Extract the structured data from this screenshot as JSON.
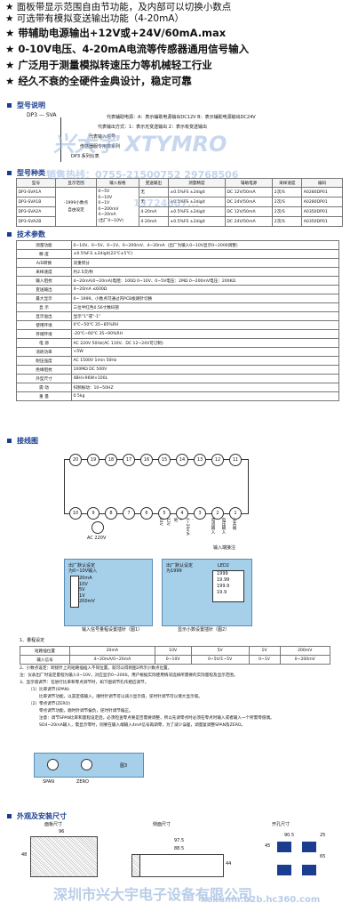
{
  "bullets": [
    "★ 面板带显示范围自由节功能，及内部可以切换小数点",
    "★ 可选带有模拟变送输出功能（4-20mA）",
    "★ 带辅助电源输出+12V或+24V/60mA.max",
    "★ 0-10V电压、4-20mA电流等传感器通用信号输入",
    "★ 广泛用于测量模拟转速压力等机械轻工行业",
    "★ 经久不衰的全硬件金典设计，稳定可靠"
  ],
  "sections": {
    "model_desc": "型号说明",
    "model_types": "型号种类",
    "tech": "技术参数",
    "wiring": "接线图",
    "dimensions": "外观及安装尺寸"
  },
  "model_code": {
    "code": "DP3 — SVA",
    "lines": [
      "代表辅助电源：A：表示辅助电源输出DC12V   B：表示辅助电源输出DC24V",
      "代表输出方式：1：表示无变送输出  2：表示有变送输出",
      "代表输入信号",
      "传感器服专用表系列",
      "DP3 系列仪表"
    ]
  },
  "watermark": {
    "brand": "兴大宇 XTYMRO",
    "phone": "销售热线：0755-21500752  29768506",
    "phone2": "13724807...",
    "footer": "深圳市兴大宇电子设备有限公司",
    "url": "kekunm.b2b.hc360.com"
  },
  "types_table": {
    "headers": [
      "型号",
      "显示范围",
      "输入规格",
      "变送输出",
      "测量精度",
      "辅助电源",
      "采样速度",
      "编码"
    ],
    "models": [
      "DP3-SVA1A",
      "DP3-SVA1B",
      "DP3-SVA2A",
      "DP3-SVA2B"
    ],
    "display": [
      "-1999小数点",
      "自由设定"
    ],
    "input": [
      "0~5V",
      "0~10V",
      "0~1V",
      "0~200mV",
      "4~20mA",
      "(出厂0~10V)"
    ],
    "rows": [
      [
        "无",
        "±0.5%FS  ±2digit",
        "DC 12V/50mA",
        "2次/S",
        "A0280DP01"
      ],
      [
        "无",
        "±0.5%FS  ±2digit",
        "DC 24V/50mA",
        "2次/S",
        "A0280DP01"
      ],
      [
        "4-20mA",
        "±0.5%FS  ±2digit",
        "DC 12V/50mA",
        "2次/S",
        "A0350DP01"
      ],
      [
        "4-20mA",
        "±0.5%FS  ±2digit",
        "DC 24V/50mA",
        "2次/S",
        "A0350DP01"
      ]
    ]
  },
  "spec_table": [
    [
      "测量功能",
      "0~10V、0~5V、0~1V、0~200mV、4~20mA（出厂为输入0~10V显示0~2000调整）"
    ],
    [
      "精  度",
      "±0.5%F.S ±2digit(23℃±5℃)"
    ],
    [
      "A/D转换",
      "双重积分"
    ],
    [
      "采样速度",
      "约2.5次/秒"
    ],
    [
      "输入阻抗",
      "4~20mA(0~20mA)电阻：100Ω    0~10V、0~5V电压：2MΩ     0~200mV电压：200KΩ"
    ],
    [
      "变送输出",
      "4~20mA ≤600Ω"
    ],
    [
      "最大显示",
      "0~  1999，小数点可通过内PCB板跳针切换"
    ],
    [
      "显  示",
      "三位半红色0.56寸数码管"
    ],
    [
      "显示溢出",
      "显示“1”或“-1”"
    ],
    [
      "使用环境",
      "0℃~50℃    35~85%RH"
    ],
    [
      "存储环境",
      "-20℃~60℃    35~90%RH"
    ],
    [
      "电  源",
      "AC  220V  50Hz(AC 110V、DC 12~24V可订制)"
    ],
    [
      "消耗功率",
      "<5W"
    ],
    [
      "耐压强度",
      "AC 1500V  1min  50Hz"
    ],
    [
      "绝缘阻抗",
      "100MΩ    DC 500V"
    ],
    [
      "外型尺寸",
      "48H×96W×100L"
    ],
    [
      "震  动",
      "扫频振动：10~50HZ"
    ],
    [
      "重  量",
      "0.5kg"
    ]
  ],
  "wiring": {
    "top_terms": [
      "20",
      "19",
      "18",
      "17",
      "16",
      "15",
      "14",
      "13",
      "12",
      "11"
    ],
    "bottom_terms": [
      "10",
      "9",
      "8",
      "7",
      "6",
      "5",
      "4",
      "3",
      "2",
      "1"
    ],
    "ac_label": "AC 220V",
    "voltage_labels": [
      "24V",
      "12V",
      "地",
      "4~20mA",
      "+",
      "-"
    ],
    "input_labels": [
      "电流输入",
      "电压输入",
      "公共端"
    ],
    "input_note": "输入端接注",
    "fig1_note": "出厂默认设定\n为0~10V输入",
    "fig1_opts": [
      "20mA",
      "10V",
      "5V",
      "1V",
      "200mV"
    ],
    "fig2_note": "出厂默认设定\n为1999",
    "fig2_led": "LED2",
    "fig2_vals": [
      "1999",
      "19.99",
      "199.9",
      "19.9"
    ],
    "fig1_caption": "输入信号量程设置插针（图1）",
    "fig2_caption": "显示小数设置插针（图2）"
  },
  "range_title": "1、量程设定",
  "range_table": {
    "row_label": "短路插位置",
    "row2_label": "输入信号",
    "cols": [
      "20mA",
      "10V",
      "5V",
      "1V",
      "200mV"
    ],
    "signals": [
      "4~20mA/0~20mA",
      "0~10V",
      "0~5V/1~5V",
      "0~1V",
      "0~200mV"
    ]
  },
  "notes": [
    "2、小数点设定：跨接针上的短路插插入不同位置，就可以得到图2所示小数点位置。",
    "注：仪表出厂时设定量程为输入0~10V，对应显示0~2000。用户根据实际使用情况选择所需要的实际量程及显示范围。",
    "3、显示值调节：在进行比率和零点调节时，如下图调节孔作相应调节。",
    "（1）比率调节(SPAN)",
    "比率调节功能，以其定值输入，顺时针调节可以减小显示值，逆时针调节可以增大显示值。",
    "（2）零点调节(ZERO)",
    "零点调节功能，顺时针调节偏负，逆时针调节偏正。",
    "注意：调节SPAN比率和量程设定后，必须检查零点要是否需要调整，所以先调零点时必须在零点时输入或者输入一个所需零值偶。",
    "SO4~20mA输入，需显示零时，则要在输入端输入4mA信号再调零，为了减少误差，调量复调整SPAN及ZERO。"
  ],
  "adjust": {
    "span": "SPAN",
    "zero": "ZERO",
    "fig": "图3"
  },
  "dims": {
    "front_title": "面板尺寸",
    "front_w": "96",
    "front_h": "48",
    "side_title": "侧面尺寸",
    "side_total": "97.5",
    "side_body": "88.5",
    "side_h": "44",
    "cut_title": "开孔尺寸",
    "cut_w": "90.5",
    "cut_gap": "25",
    "cut_h": "45",
    "cut_h2": "65"
  },
  "colors": {
    "accent": "#1a3d8f",
    "panel": "#a6cfea",
    "watermark": "#c9daf0"
  }
}
